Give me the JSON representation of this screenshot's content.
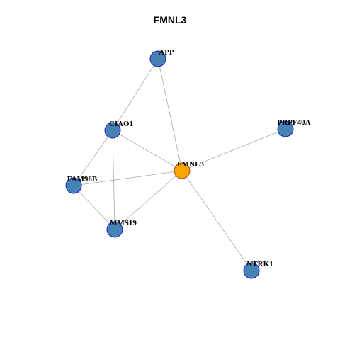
{
  "title": "FMNL3",
  "colors": {
    "center_fill": "#FFA500",
    "center_stroke": "#A0522D",
    "node_fill": "#4682B4",
    "node_stroke": "#1C1CC8",
    "edge": "#A9A9A9"
  },
  "nodes": [
    {
      "id": "APP",
      "label": "APP",
      "center": false
    },
    {
      "id": "CIAO1",
      "label": "CIAO1",
      "center": false
    },
    {
      "id": "PRPF40A",
      "label": "PRPF40A",
      "center": false
    },
    {
      "id": "FMNL3",
      "label": "FMNL3",
      "center": true
    },
    {
      "id": "FAM96B",
      "label": "FAM96B",
      "center": false
    },
    {
      "id": "MMS19",
      "label": "MMS19",
      "center": false
    },
    {
      "id": "NTRK1",
      "label": "NTRK1",
      "center": false
    }
  ],
  "edges": [
    [
      "APP",
      "CIAO1"
    ],
    [
      "APP",
      "FMNL3"
    ],
    [
      "CIAO1",
      "FMNL3"
    ],
    [
      "CIAO1",
      "FAM96B"
    ],
    [
      "CIAO1",
      "MMS19"
    ],
    [
      "FAM96B",
      "FMNL3"
    ],
    [
      "FAM96B",
      "MMS19"
    ],
    [
      "MMS19",
      "FMNL3"
    ],
    [
      "FMNL3",
      "PRPF40A"
    ],
    [
      "FMNL3",
      "NTRK1"
    ]
  ]
}
